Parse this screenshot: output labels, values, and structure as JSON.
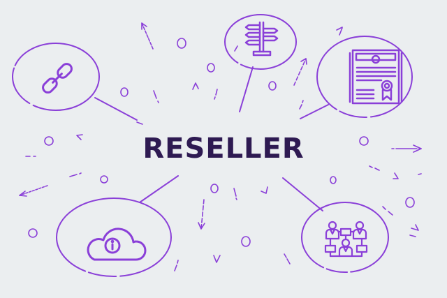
{
  "title": "RESELLER",
  "colors": {
    "background": "#ebeef0",
    "accent": "#8a3fd8",
    "title": "#2e1a52"
  },
  "nodes": [
    {
      "id": "top-left",
      "icon": "chain-link-icon",
      "label": "Partnership link"
    },
    {
      "id": "top-center",
      "icon": "signpost-icon",
      "label": "Direction signpost"
    },
    {
      "id": "top-right",
      "icon": "certificate-icon",
      "label": "Certificate with ribbon"
    },
    {
      "id": "bottom-left",
      "icon": "cloud-info-icon",
      "label": "Cloud information"
    },
    {
      "id": "bottom-right",
      "icon": "team-network-icon",
      "label": "Connected people network"
    }
  ]
}
